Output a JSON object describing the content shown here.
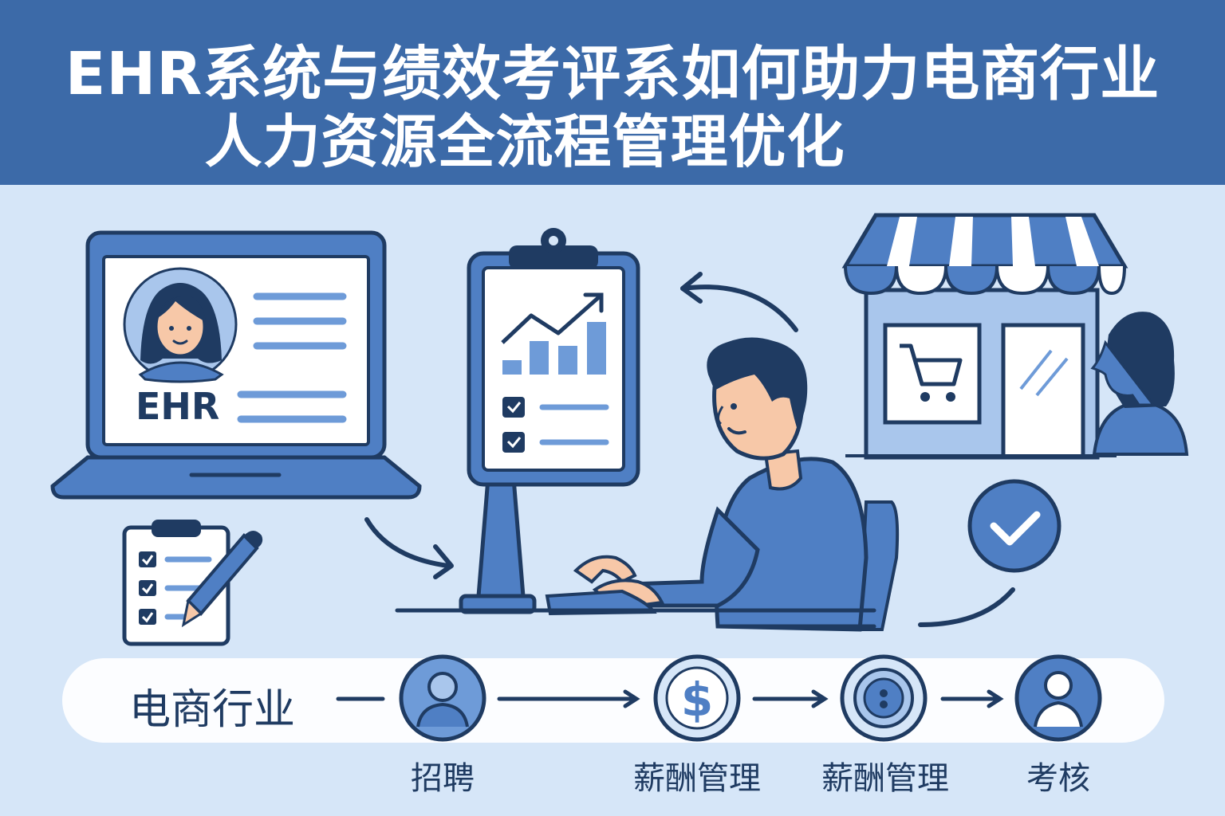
{
  "title": {
    "line1": "EHR系统与绩效考评系如何助力电商行业",
    "line2": "人力资源全流程管理优化"
  },
  "laptop": {
    "screen_label": "EHR"
  },
  "flow": {
    "start_label": "电商行业",
    "steps": [
      {
        "label": "招聘",
        "icon": "person-icon"
      },
      {
        "label": "薪酬管理",
        "icon": "dollar-icon"
      },
      {
        "label": "薪酬管理",
        "icon": "coin-icon"
      },
      {
        "label": "考核",
        "icon": "person-icon"
      }
    ]
  },
  "colors": {
    "banner": "#3c6aa8",
    "background": "#d6e6f8",
    "dark_navy": "#1f3b62",
    "mid_blue": "#4f7fc4",
    "light_blue": "#a9c6ec",
    "skin": "#f7c8a8"
  }
}
